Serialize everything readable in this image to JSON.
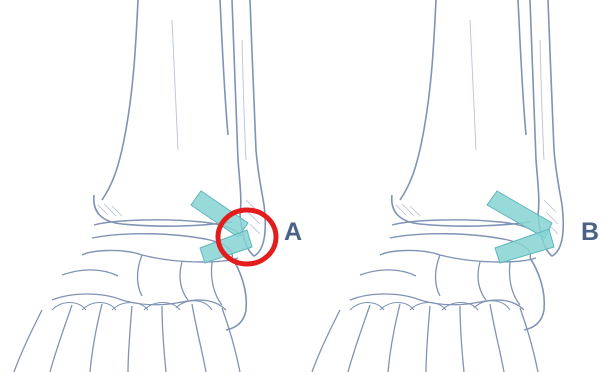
{
  "panels": [
    {
      "id": "left",
      "label": "A",
      "highlight": "circled-ligament-junction"
    },
    {
      "id": "right",
      "label": "B",
      "highlight": "none"
    }
  ],
  "colors": {
    "bone_outline": "#7f93b4",
    "bone_shade": "#c9d4e6",
    "ligament_fill": "#86d3d3",
    "ligament_stroke": "#5db7bc",
    "highlight_circle": "#e31d1d",
    "label_text": "#4a6285",
    "background": "#ffffff"
  }
}
